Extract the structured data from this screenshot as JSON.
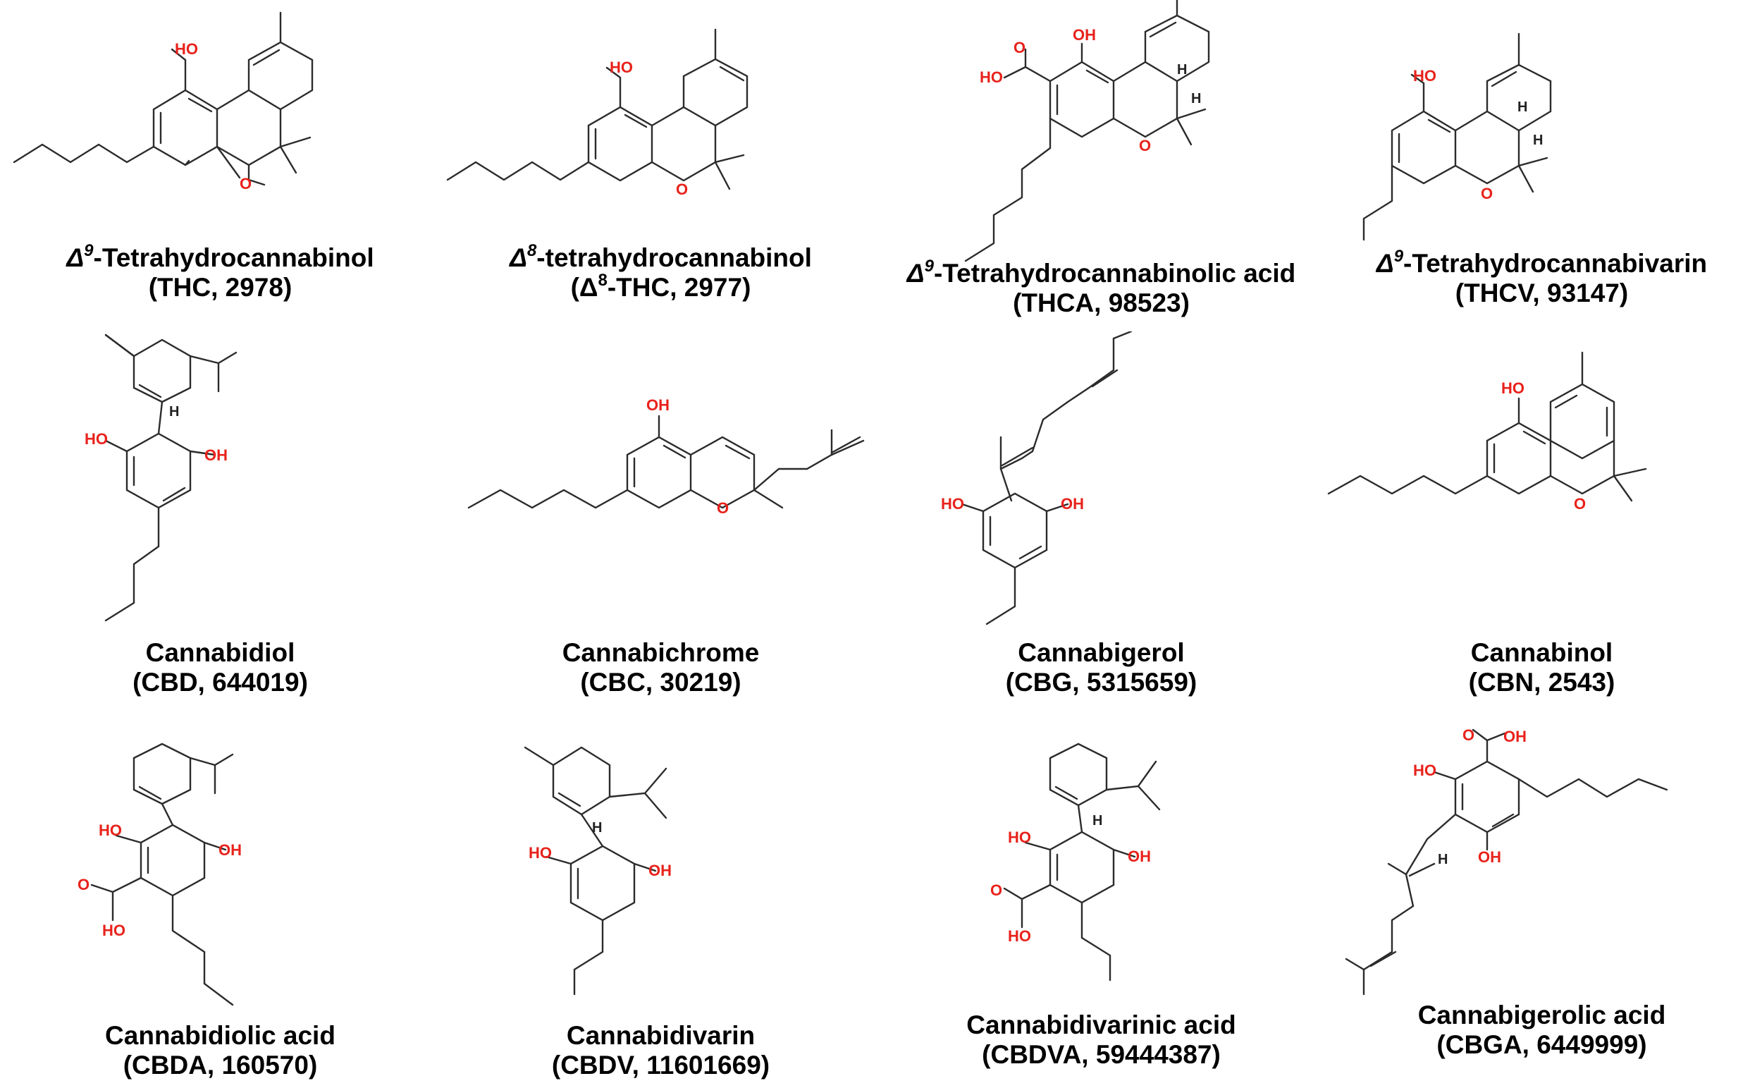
{
  "compounds": [
    {
      "name_prefix": "Δ",
      "name_sup": "9",
      "name_rest": "-Tetrahydrocannabinol",
      "id": "(THC, 2978)",
      "structure": "thc"
    },
    {
      "name_prefix": "Δ",
      "name_sup": "8",
      "name_rest": "-tetrahydrocannabinol",
      "id_prefix": "(Δ",
      "id_sup": "8",
      "id_rest": "-THC, 2977)",
      "structure": "d8thc"
    },
    {
      "name_prefix": "Δ",
      "name_sup": "9",
      "name_rest": "-Tetrahydrocannabinolic acid",
      "id": "(THCA, 98523)",
      "structure": "thca"
    },
    {
      "name_prefix": "Δ",
      "name_sup": "9",
      "name_rest": "-Tetrahydrocannabivarin",
      "id": "(THCV, 93147)",
      "structure": "thcv"
    },
    {
      "name": "Cannabidiol",
      "id": "(CBD, 644019)",
      "structure": "cbd"
    },
    {
      "name": "Cannabichrome",
      "id": "(CBC, 30219)",
      "structure": "cbc"
    },
    {
      "name": "Cannabigerol",
      "id": "(CBG, 5315659)",
      "structure": "cbg"
    },
    {
      "name": "Cannabinol",
      "id": "(CBN, 2543)",
      "structure": "cbn"
    },
    {
      "name": "Cannabidiolic acid",
      "id": "(CBDA, 160570)",
      "structure": "cbda"
    },
    {
      "name": "Cannabidivarin",
      "id": "(CBDV, 11601669)",
      "structure": "cbdv"
    },
    {
      "name": "Cannabidivarinic acid",
      "id": "(CBDVA, 59444387)",
      "structure": "cbdva"
    },
    {
      "name": "Cannabigerolic acid",
      "id": "(CBGA, 6449999)",
      "structure": "cbga"
    }
  ],
  "atom_labels": {
    "oxygen": "O",
    "hydroxyl": "OH",
    "hydrogen": "H"
  },
  "colors": {
    "oxygen": "#e8221b",
    "bond": "#2b2b2b",
    "text": "#000000"
  }
}
